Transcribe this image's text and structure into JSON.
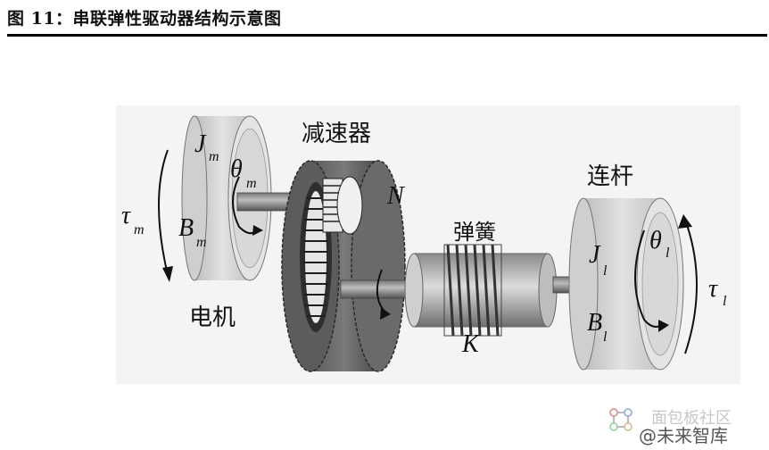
{
  "figure": {
    "title": "图 11：串联弹性驱动器结构示意图"
  },
  "labels": {
    "reducer": "减速器",
    "motor": "电机",
    "spring": "弹簧",
    "link": "连杆",
    "Jm_base": "J",
    "Jm_sub": "m",
    "theta_m_base": "θ",
    "theta_m_sub": "m",
    "tau_m_base": "τ",
    "tau_m_sub": "m",
    "Bm_base": "B",
    "Bm_sub": "m",
    "N": "N",
    "K": "K",
    "Jl_base": "J",
    "Jl_sub": "l",
    "theta_l_base": "θ",
    "theta_l_sub": "l",
    "tau_l_base": "τ",
    "tau_l_sub": "l",
    "Bl_base": "B",
    "Bl_sub": "l"
  },
  "watermark": {
    "line1": "面包板社区",
    "line2": "@未来智库"
  }
}
